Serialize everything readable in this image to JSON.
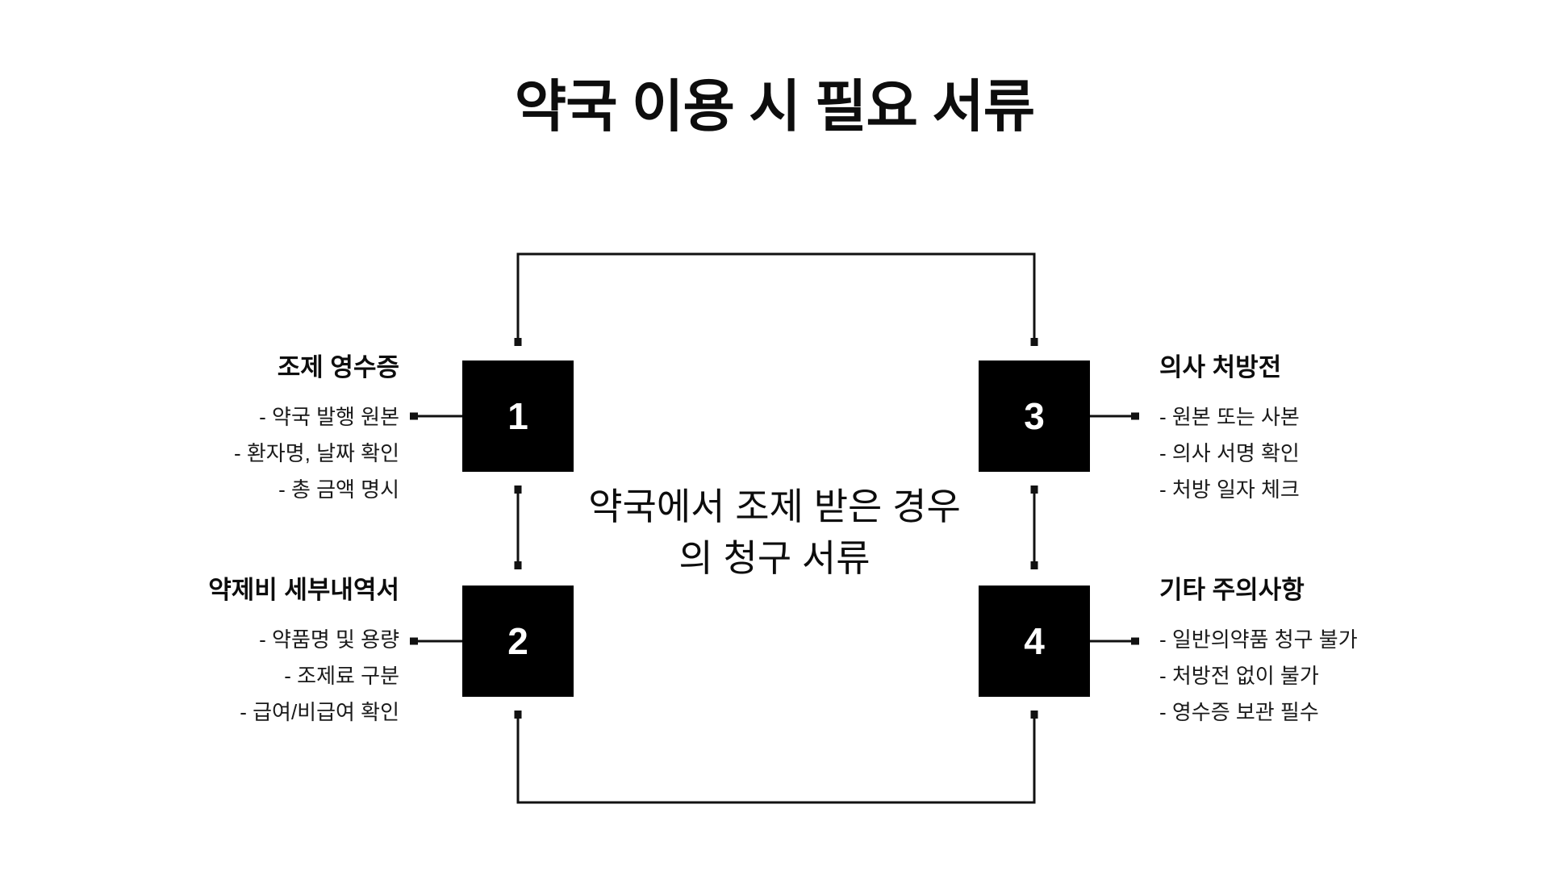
{
  "title": "약국 이용 시 필요 서류",
  "center_note": {
    "line1": "약국에서 조제 받은 경우",
    "line2": "의 청구 서류"
  },
  "nodes": [
    {
      "number": "1",
      "label": "조제 영수증",
      "bullets": [
        "- 약국 발행 원본",
        "- 환자명, 날짜 확인",
        "- 총 금액 명시"
      ]
    },
    {
      "number": "2",
      "label": "약제비 세부내역서",
      "bullets": [
        "- 약품명 및 용량",
        "- 조제료 구분",
        "- 급여/비급여 확인"
      ]
    },
    {
      "number": "3",
      "label": "의사 처방전",
      "bullets": [
        "- 원본 또는 사본",
        "- 의사 서명 확인",
        "- 처방 일자 체크"
      ]
    },
    {
      "number": "4",
      "label": "기타 주의사항",
      "bullets": [
        "- 일반의약품 청구 불가",
        "- 처방전 없이 불가",
        "- 영수증 보관 필수"
      ]
    }
  ],
  "colors": {
    "background": "#ffffff",
    "box_fill": "#000000",
    "box_number": "#ffffff",
    "text": "#111111",
    "connector": "#111111"
  }
}
